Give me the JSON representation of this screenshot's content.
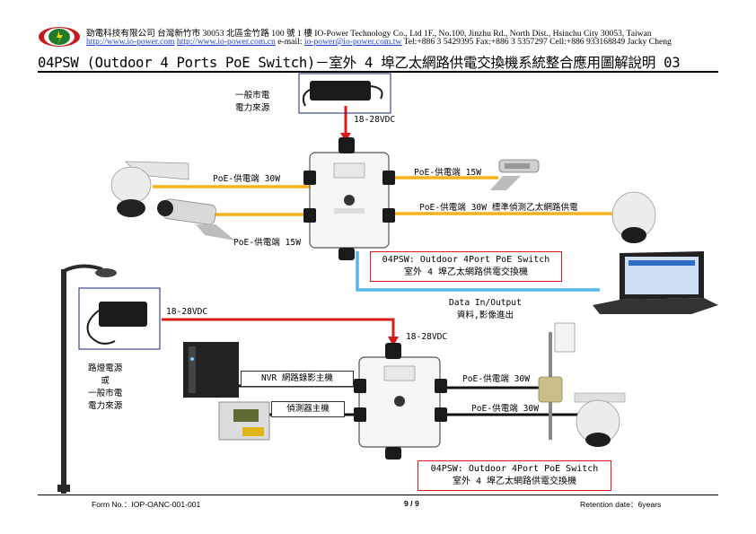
{
  "header": {
    "line1": "勁電科技有限公司  台灣新竹市 30053 北區金竹路 100 號 1 樓 IO-Power Technology Co., Ltd    1F., No.100, Jinzhu Rd., North Dist., Hsinchu City 30053, Taiwan",
    "url1": "http://www.io-power.com",
    "url2": "http://www.io-power.com.cn",
    "email_label": "e-mail:",
    "email": "io-power@io-power.com.tw",
    "contact": "Tel:+886 3 5429395 Fax:+886 3 5357297 Cell:+886 933168849 Jacky Cheng"
  },
  "title": "04PSW (Outdoor 4 Ports PoE Switch)－室外 4 埠乙太網路供電交換機系統整合應用圖解說明 03",
  "diagram": {
    "top_power_label": "一般市電\n電力來源",
    "vdc_top": "18-28VDC",
    "poe_cam_dome_left": "PoE-供電端 30W",
    "poe_cam_bullet_left": "PoE-供電端 15W",
    "poe_cam_bullet_right": "PoE-供電端 15W",
    "poe_dome_right": "PoE-供電端 30W 標準偵測乙太網路供電",
    "switch1_label": "04PSW: Outdoor 4Port PoE Switch\n室外 4 埠乙太網路供電交換機",
    "data_io": "Data In/Output\n資料,影像進出",
    "vdc_mid_left": "18-28VDC",
    "vdc_mid_right": "18-28VDC",
    "street_power_label": "路燈電源\n或\n一般市電\n電力來源",
    "nvr_label": "NVR 網路錄影主機",
    "detector_label": "偵測器主機",
    "poe_ap": "PoE-供電端 30W",
    "poe_dome_bottom": "PoE-供電端 30W",
    "switch2_label": "04PSW: Outdoor 4Port PoE Switch\n室外 4 埠乙太網路供電交換機"
  },
  "footer": {
    "form_no": "Form No.：IOP-OANC-001-001",
    "page": "9 / 9",
    "retention": "Retention date：6years"
  }
}
